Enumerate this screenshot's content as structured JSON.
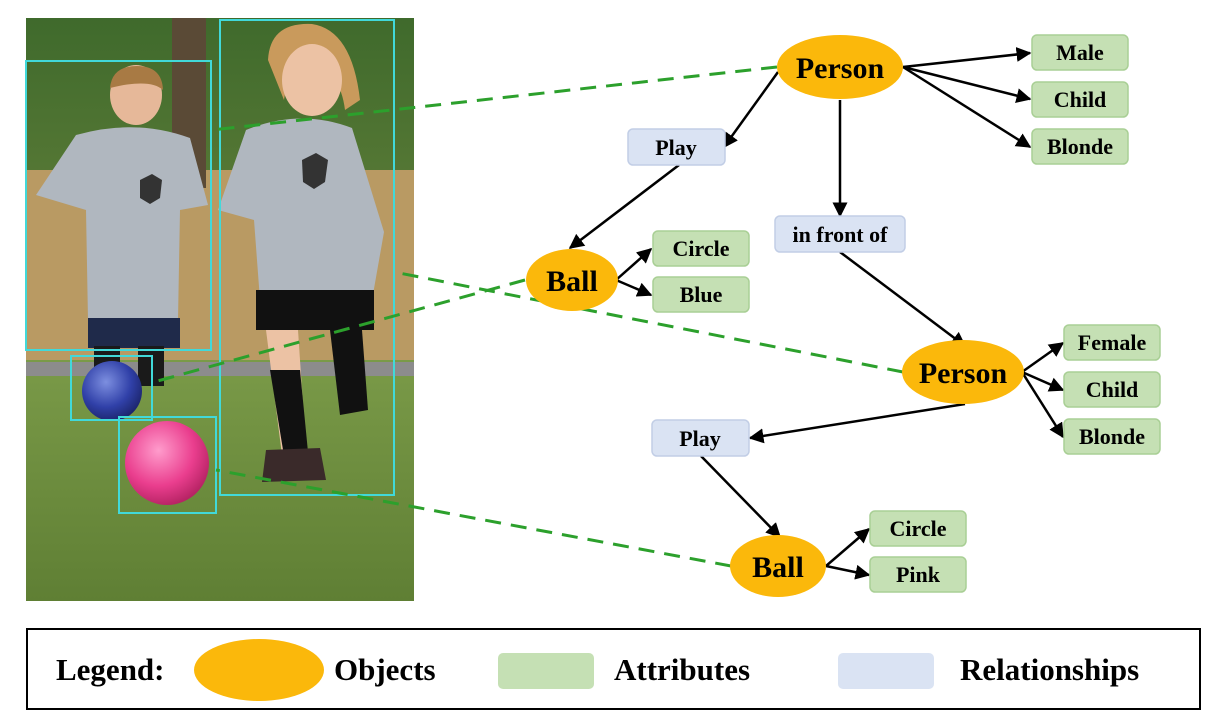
{
  "colors": {
    "object": "#FBB80B",
    "attribute": "#C5E0B4",
    "attribute_border": "#A9CF95",
    "relationship": "#DAE3F3",
    "relationship_border": "#C2CEE6",
    "dashed_link": "#2CA02C",
    "bbox": "#41D9D9"
  },
  "photo": {
    "icon": "photo-soccer-kids"
  },
  "nodes": {
    "person1": {
      "label": "Person"
    },
    "person1_attr_male": {
      "label": "Male"
    },
    "person1_attr_child": {
      "label": "Child"
    },
    "person1_attr_blonde": {
      "label": "Blonde"
    },
    "play1": {
      "label": "Play"
    },
    "in_front_of": {
      "label": "in front of"
    },
    "ball1": {
      "label": "Ball"
    },
    "ball1_attr_circle": {
      "label": "Circle"
    },
    "ball1_attr_blue": {
      "label": "Blue"
    },
    "person2": {
      "label": "Person"
    },
    "person2_attr_female": {
      "label": "Female"
    },
    "person2_attr_child": {
      "label": "Child"
    },
    "person2_attr_blonde": {
      "label": "Blonde"
    },
    "play2": {
      "label": "Play"
    },
    "ball2": {
      "label": "Ball"
    },
    "ball2_attr_circle": {
      "label": "Circle"
    },
    "ball2_attr_pink": {
      "label": "Pink"
    }
  },
  "legend": {
    "title": "Legend:",
    "objects_label": "Objects",
    "attributes_label": "Attributes",
    "relationships_label": "Relationships"
  }
}
